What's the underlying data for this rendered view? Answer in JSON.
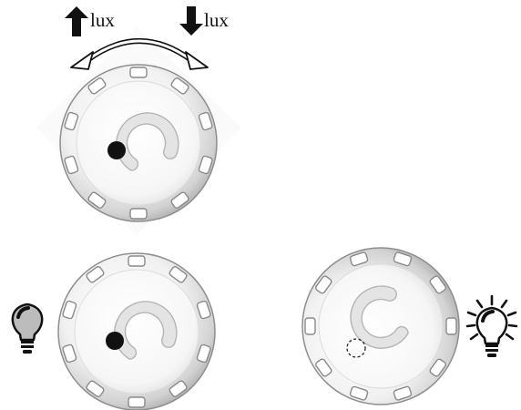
{
  "labels": {
    "increase_lux": "lux",
    "decrease_lux": "lux"
  },
  "icons": {
    "up_arrow": "arrow-up-icon",
    "down_arrow": "arrow-down-icon",
    "rotate_arrow": "rotate-double-arrow-icon",
    "bulb_off": "light-bulb-off-icon",
    "bulb_on": "light-bulb-on-icon"
  },
  "colors": {
    "ink": "#111111",
    "dial_rim": "#9a9a9a",
    "dial_face": "#f4f4f4",
    "track": "#e3e3e3",
    "bulb_off_fill": "#bfbfbf",
    "bulb_on_fill": "#ffffff"
  },
  "dials": [
    {
      "name": "dial-top",
      "indicator": "filled"
    },
    {
      "name": "dial-bottom-left",
      "indicator": "filled"
    },
    {
      "name": "dial-bottom-right",
      "indicator": "dashed-empty"
    }
  ]
}
